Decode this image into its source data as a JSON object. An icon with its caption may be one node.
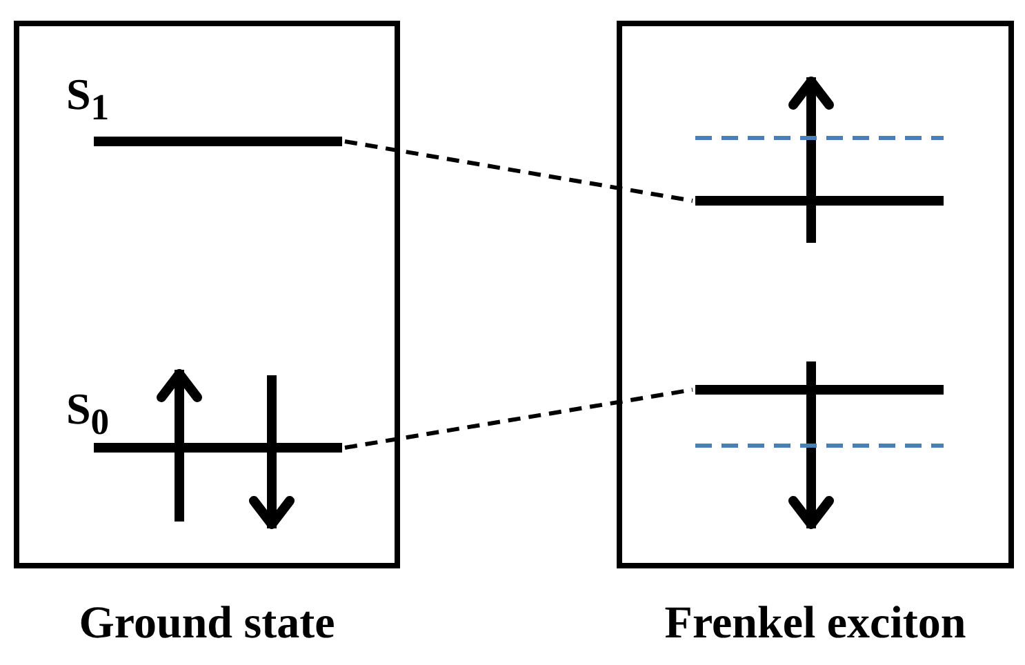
{
  "diagram": {
    "nodes": [
      {
        "text": [
          "Ground state"
        ]
      },
      {
        "text": [
          "Frenkel exciton"
        ]
      },
      {
        "text": [
          "S$_{1}$"
        ],
        "in": 0
      },
      {
        "text": [
          "S$_{0}$"
        ],
        "in": 0
      },
      {
        "text": [],
        "shape": "bar",
        "in": 1
      },
      {
        "text": [],
        "shape": "bar",
        "in": 1
      }
    ],
    "edges": [
      {
        "from": 2,
        "to": 4,
        "arrow": "none",
        "style": "dashed"
      },
      {
        "from": 3,
        "to": 5,
        "arrow": "none",
        "style": "dashed"
      }
    ]
  }
}
